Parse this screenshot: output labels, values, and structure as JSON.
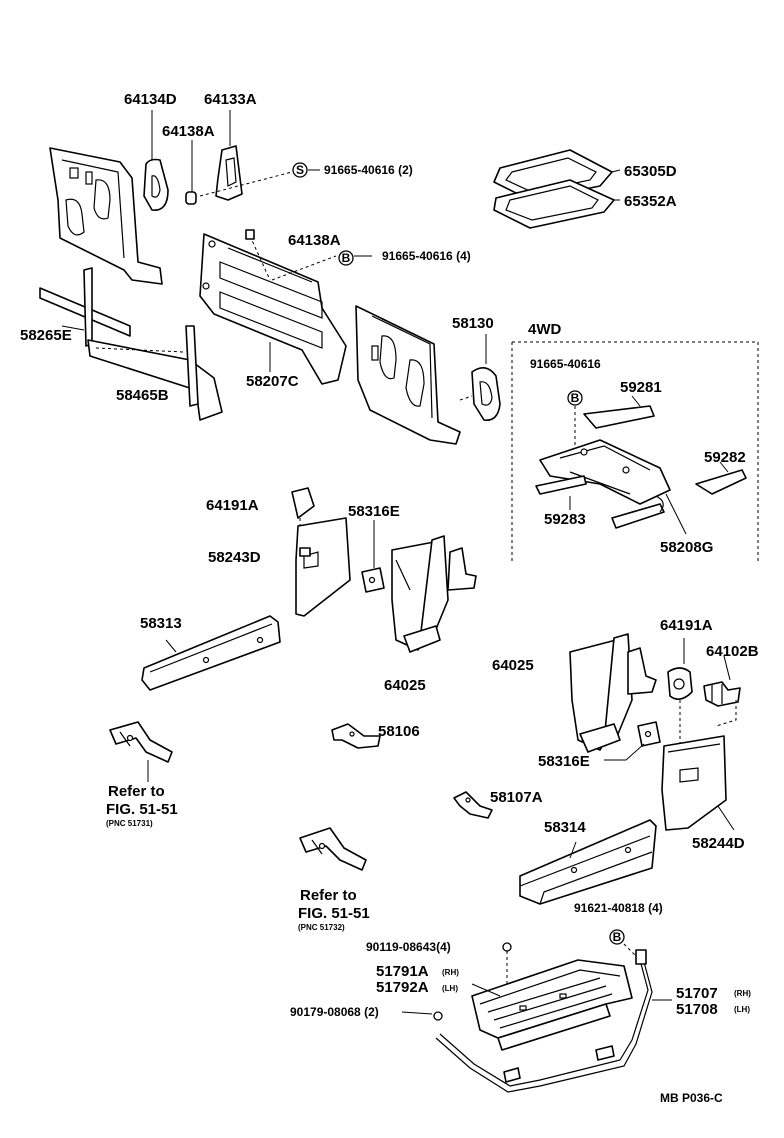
{
  "labels": {
    "p64134D": "64134D",
    "p64133A": "64133A",
    "p64138A_top": "64138A",
    "p91665_2": "91665-40616 (2)",
    "mark_S": "S",
    "p65305D": "65305D",
    "p65352A": "65352A",
    "p64138A_mid": "64138A",
    "p91665_4": "91665-40616 (4)",
    "mark_B1": "B",
    "p58265E": "58265E",
    "p58465B": "58465B",
    "p58207C": "58207C",
    "p58130": "58130",
    "section_4wd": "4WD",
    "p91665_4wd": "91665-40616",
    "mark_B2": "B",
    "p59281": "59281",
    "p59282": "59282",
    "p59283": "59283",
    "p58208G": "58208G",
    "p64191A_left": "64191A",
    "p58316E_top": "58316E",
    "p58243D": "58243D",
    "p58313": "58313",
    "p64025_left": "64025",
    "p64025_right": "64025",
    "p64191A_right": "64191A",
    "p64102B": "64102B",
    "p58106": "58106",
    "p58316E_bot": "58316E",
    "refer1_line1": "Refer to",
    "refer1_line2": "FIG. 51-51",
    "refer1_line3": "(PNC 51731)",
    "p58107A": "58107A",
    "p58314": "58314",
    "p58244D": "58244D",
    "refer2_line1": "Refer to",
    "refer2_line2": "FIG. 51-51",
    "refer2_line3": "(PNC 51732)",
    "p91621": "91621-40818 (4)",
    "mark_B3": "B",
    "p90119": "90119-08643(4)",
    "p51791A": "51791A",
    "p51791A_side": "(RH)",
    "p51792A": "51792A",
    "p51792A_side": "(LH)",
    "p90179": "90179-08068 (2)",
    "p51707": "51707",
    "p51707_side": "(RH)",
    "p51708": "51708",
    "p51708_side": "(LH)",
    "ref_code": "MB  P036-C"
  }
}
